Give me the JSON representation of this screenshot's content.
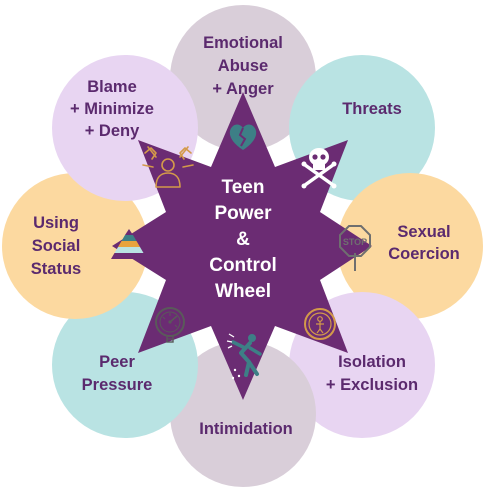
{
  "center": {
    "lines": [
      "Teen",
      "Power",
      "&",
      "Control",
      "Wheel"
    ]
  },
  "colors": {
    "lilac": "#e8d5f2",
    "mauve": "#d9ced9",
    "teal": "#b9e3e3",
    "peach": "#fcd9a0",
    "purple": "#6b2c73",
    "text": "#5b2a6e"
  },
  "petals": [
    {
      "key": "emotional",
      "lines": [
        "Emotional",
        "Abuse",
        "+ Anger"
      ],
      "color": "mauve",
      "icon": "broken-heart-icon"
    },
    {
      "key": "threats",
      "lines": [
        "Threats"
      ],
      "color": "teal",
      "icon": "skull-crossbones-icon"
    },
    {
      "key": "sexual",
      "lines": [
        "Sexual",
        "Coercion"
      ],
      "color": "peach",
      "icon": "stop-sign-icon"
    },
    {
      "key": "isolation",
      "lines": [
        "Isolation",
        "+ Exclusion"
      ],
      "color": "lilac",
      "icon": "person-in-circle-icon"
    },
    {
      "key": "intimidation",
      "lines": [
        "Intimidation"
      ],
      "color": "mauve",
      "icon": "intimidation-figure-icon"
    },
    {
      "key": "peer",
      "lines": [
        "Peer",
        "Pressure"
      ],
      "color": "teal",
      "icon": "pressure-gauge-icon"
    },
    {
      "key": "social",
      "lines": [
        "Using",
        "Social",
        "Status"
      ],
      "color": "peach",
      "icon": "pyramid-icon"
    },
    {
      "key": "blame",
      "lines": [
        "Blame",
        "+ Minimize",
        "+ Deny"
      ],
      "color": "lilac",
      "icon": "pointing-fingers-icon"
    }
  ]
}
